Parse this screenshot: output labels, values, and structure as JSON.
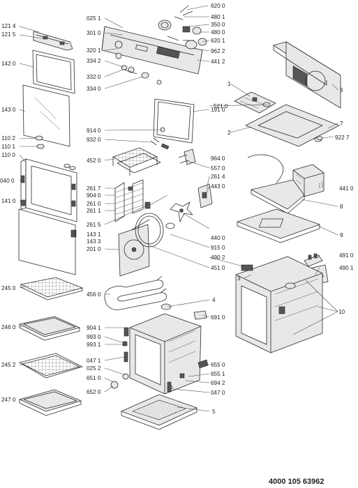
{
  "document_number": "4000 105 63962",
  "labels": {
    "l1214": "121 4",
    "l1215": "121 5",
    "l1420": "142 0",
    "l1430": "143 0",
    "l1102": "110 2",
    "l1101": "110 1",
    "l1100": "110 0",
    "l0400": "040 0",
    "l1410": "141 0",
    "l1431": "143 1",
    "l1433": "143 3",
    "l2450": "245 0",
    "l2460": "246 0",
    "l2452": "245 2",
    "l2470": "247 0",
    "l0251a": "025 1",
    "l3010": "301 0",
    "l3201": "320 1",
    "l3342": "334 2",
    "l3320": "332 0",
    "l3340": "334 0",
    "l1910": "191 0",
    "l9140": "914 0",
    "l9320": "932 0",
    "l4520": "452 0",
    "l2617": "261 7",
    "l9040": "904 0",
    "l2610": "261 0",
    "l2611": "261 1",
    "l2615": "261 5",
    "l2010": "201 0",
    "l4560": "456 0",
    "l9041": "904 1",
    "l9930": "993 0",
    "l9931": "993 1",
    "l0471a": "047 1",
    "l0252": "025 2",
    "l6510": "651 0",
    "l6520": "652 0",
    "l6200": "620 0",
    "l4801": "480 1",
    "l3500": "350 0",
    "l4800": "480 0",
    "l6201": "620 1",
    "l9622": "962 2",
    "l4412": "441 2",
    "l5210": "521 0",
    "l9227": "922 7",
    "l9640": "964 0",
    "l5570": "557 0",
    "l2614": "261 4",
    "l4430": "443 0",
    "l4410": "441 0",
    "l4400": "440 0",
    "l9150": "915 0",
    "l4902": "490 2",
    "l4510": "451 0",
    "l4910": "491 0",
    "l4901": "490 1",
    "l6910": "691 0",
    "l6550": "655 0",
    "l6551": "655 1",
    "l6942": "694 2",
    "l0470": "047 0",
    "n1": "1",
    "n2": "2",
    "n3": "3",
    "n4": "4",
    "n5": "5",
    "n6": "6",
    "n7": "7",
    "n8": "8",
    "n9": "9",
    "n10": "10"
  }
}
